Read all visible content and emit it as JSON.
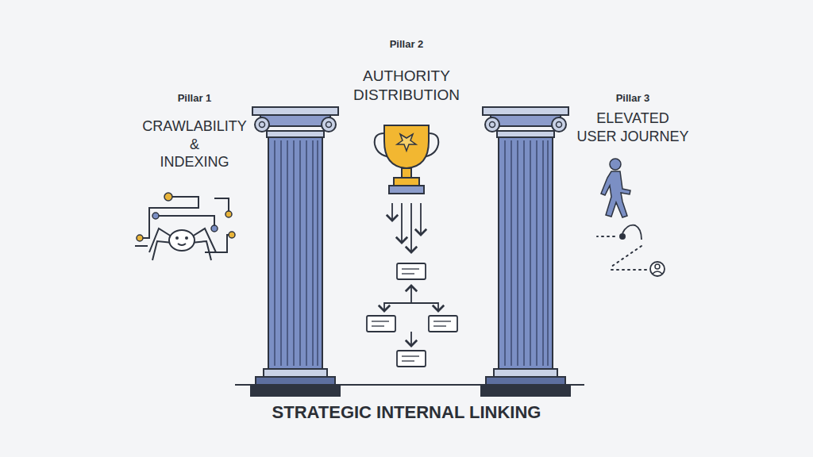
{
  "diagram": {
    "caption": "STRATEGIC INTERNAL LINKING",
    "labels": [
      "Pillar 1",
      "CRAWLABILITY & INDEXING",
      "Pillar 2",
      "AUTHORITY DISTRIBUTION",
      "Pillar 3",
      "ELEVATED USER JOURNEY"
    ]
  }
}
